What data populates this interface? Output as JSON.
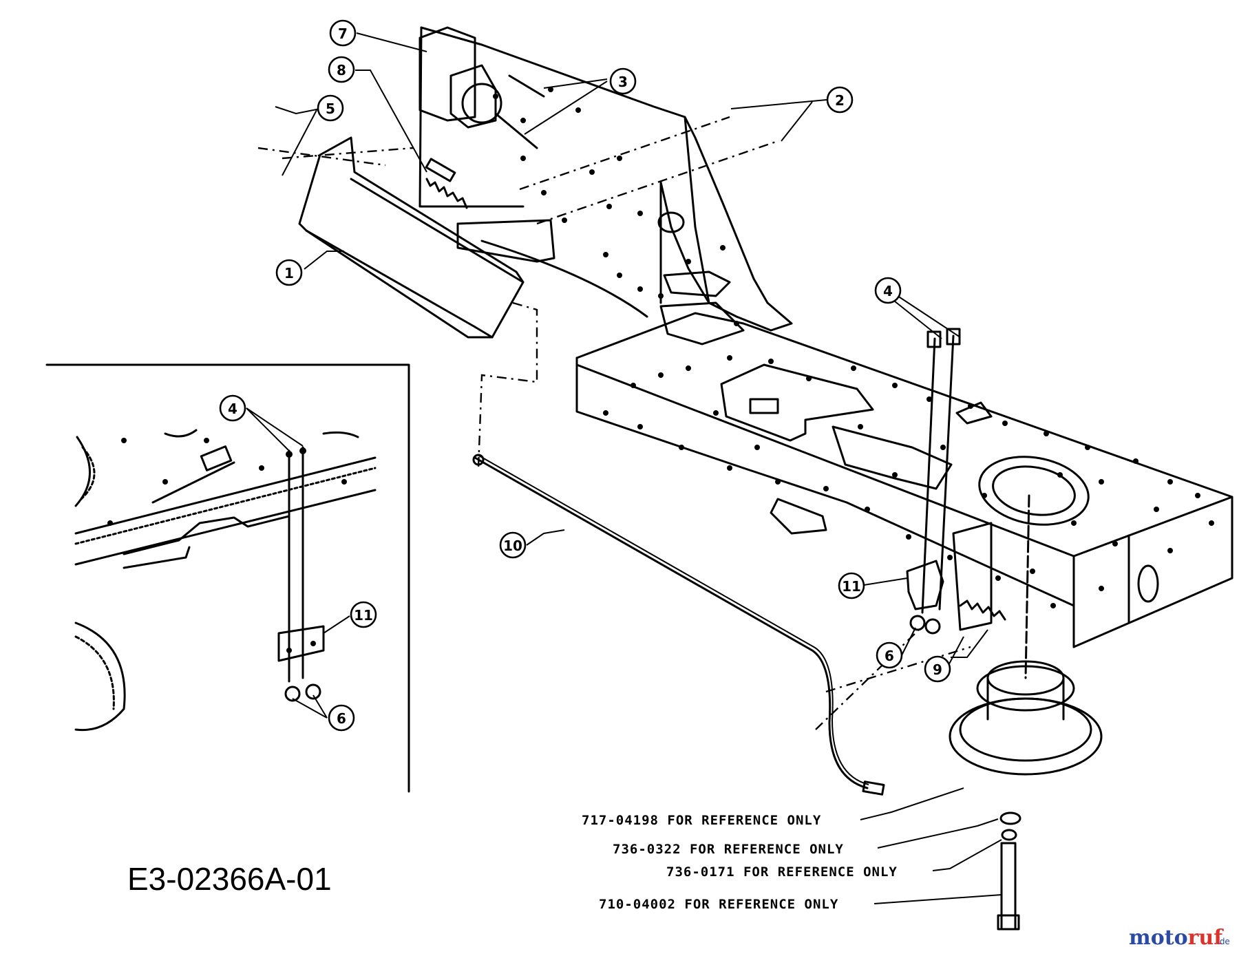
{
  "drawing_number": "E3-02366A-01",
  "watermark": {
    "brand": "motoruf",
    "suffix": ".de",
    "color_primary": "#2b4aa8",
    "color_accent": "#d9332c"
  },
  "callouts": [
    "1",
    "2",
    "3",
    "4",
    "5",
    "6",
    "7",
    "8",
    "9",
    "10",
    "11"
  ],
  "inset_callouts": [
    "4",
    "11",
    "6"
  ],
  "reference_parts": [
    {
      "number": "717-04198",
      "note": "FOR REFERENCE ONLY"
    },
    {
      "number": "736-0322",
      "note": "FOR REFERENCE ONLY"
    },
    {
      "number": "736-0171",
      "note": "FOR REFERENCE ONLY"
    },
    {
      "number": "710-04002",
      "note": "FOR REFERENCE ONLY"
    }
  ]
}
